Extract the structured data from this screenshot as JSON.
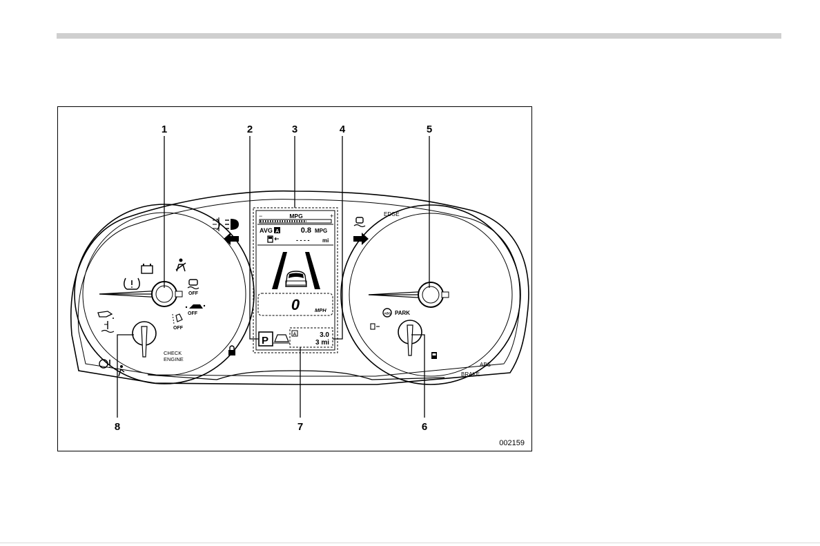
{
  "callouts": [
    "1",
    "2",
    "3",
    "4",
    "5",
    "6",
    "7",
    "8"
  ],
  "figure_id": "002159",
  "display": {
    "mpg_label": "MPG",
    "minus_sign": "−",
    "plus_sign": "+",
    "avg_label": "AVG",
    "trip_badge": "A",
    "avg_value": "0.8",
    "avg_unit": "MPG",
    "range_value": "- - - -",
    "range_unit": "mi",
    "speed_value": "0",
    "speed_unit": "MPH",
    "gear": "P",
    "trip_value": "3.0",
    "trip_distance": "3 mi"
  },
  "left_gauge": {
    "check_engine_line1": "CHECK",
    "check_engine_line2": "ENGINE",
    "off_label": "OFF"
  },
  "right_gauge": {
    "edge_label": "EDGE",
    "park_label": "PARK",
    "abs_label": "ABS",
    "brake_label": "BRAKE",
    "abs_circle": "ABS"
  },
  "icons": [
    "fog-light-icon",
    "headlight-icon",
    "turn-left-arrow-icon",
    "turn-right-arrow-icon",
    "battery-icon",
    "tire-pressure-icon",
    "seatbelt-icon",
    "stability-off-icon",
    "lane-departure-icon",
    "oil-pressure-icon",
    "coolant-temp-icon",
    "fuel-icon",
    "lock-icon",
    "steering-warning-icon",
    "car-skid-icon",
    "shift-car-icon"
  ]
}
